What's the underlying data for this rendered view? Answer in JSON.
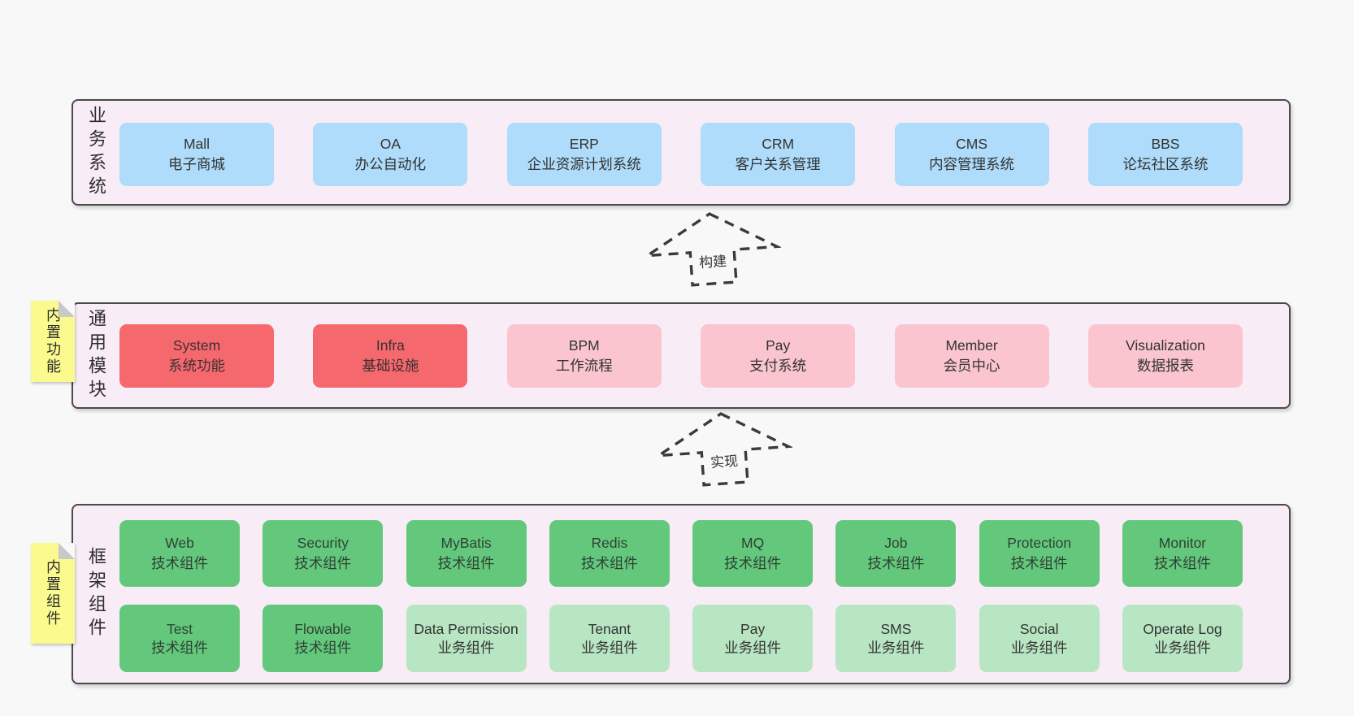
{
  "r1": {
    "label": "业务系统",
    "boxes": [
      {
        "en": "Mall",
        "zh": "电子商城"
      },
      {
        "en": "OA",
        "zh": "办公自动化"
      },
      {
        "en": "ERP",
        "zh": "企业资源计划系统"
      },
      {
        "en": "CRM",
        "zh": "客户关系管理"
      },
      {
        "en": "CMS",
        "zh": "内容管理系统"
      },
      {
        "en": "BBS",
        "zh": "论坛社区系统"
      }
    ]
  },
  "arrow1": {
    "label": "构建"
  },
  "r2": {
    "label": "通用模块",
    "sticky": "内置功能",
    "boxes": [
      {
        "en": "System",
        "zh": "系统功能"
      },
      {
        "en": "Infra",
        "zh": "基础设施"
      },
      {
        "en": "BPM",
        "zh": "工作流程"
      },
      {
        "en": "Pay",
        "zh": "支付系统"
      },
      {
        "en": "Member",
        "zh": "会员中心"
      },
      {
        "en": "Visualization",
        "zh": "数据报表"
      }
    ]
  },
  "arrow2": {
    "label": "实现"
  },
  "r3": {
    "label": "框架组件",
    "sticky": "内置组件",
    "rowA": [
      {
        "en": "Web",
        "zh": "技术组件"
      },
      {
        "en": "Security",
        "zh": "技术组件"
      },
      {
        "en": "MyBatis",
        "zh": "技术组件"
      },
      {
        "en": "Redis",
        "zh": "技术组件"
      },
      {
        "en": "MQ",
        "zh": "技术组件"
      },
      {
        "en": "Job",
        "zh": "技术组件"
      },
      {
        "en": "Protection",
        "zh": "技术组件"
      },
      {
        "en": "Monitor",
        "zh": "技术组件"
      }
    ],
    "rowB": [
      {
        "en": "Test",
        "zh": "技术组件"
      },
      {
        "en": "Flowable",
        "zh": "技术组件"
      },
      {
        "en": "Data Permission",
        "zh": "业务组件"
      },
      {
        "en": "Tenant",
        "zh": "业务组件"
      },
      {
        "en": "Pay",
        "zh": "业务组件"
      },
      {
        "en": "SMS",
        "zh": "业务组件"
      },
      {
        "en": "Social",
        "zh": "业务组件"
      },
      {
        "en": "Operate Log",
        "zh": "业务组件"
      }
    ]
  },
  "colors": {
    "page_bg": "#f8f8f8",
    "panel_bg": "#f8edf6",
    "panel_border": "#4a4a4a",
    "blue_box": "#aedcfa",
    "red_box": "#f5696e",
    "pink_box": "#fac5cf",
    "green_box": "#64c87c",
    "light_green_box": "#b9e6c2",
    "sticky_yellow": "#fbfa8e",
    "fold_gray": "#c9c9c9",
    "text": "#333333"
  }
}
